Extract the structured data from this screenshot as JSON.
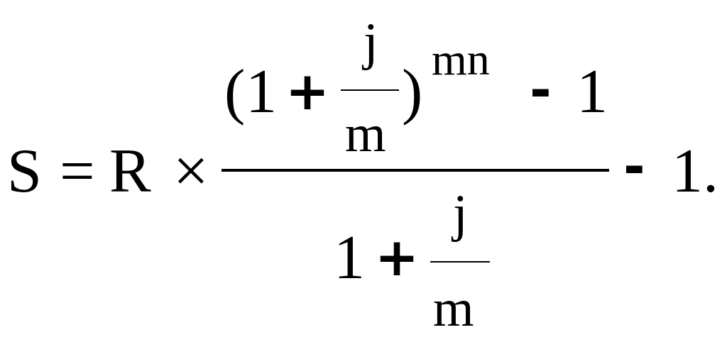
{
  "formula": {
    "lhs": "S",
    "equals": "=",
    "coef": "R",
    "times": "×",
    "numerator": {
      "open_paren": "(",
      "one": "1",
      "plus": "+",
      "inner_num": "j",
      "inner_den": "m",
      "close_paren": ")",
      "exponent": "mn",
      "minus": "-",
      "one_b": "1"
    },
    "denominator": {
      "one": "1",
      "plus": "+",
      "inner_num": "j",
      "inner_den": "m"
    },
    "tail_minus": "-",
    "tail_one": "1."
  }
}
